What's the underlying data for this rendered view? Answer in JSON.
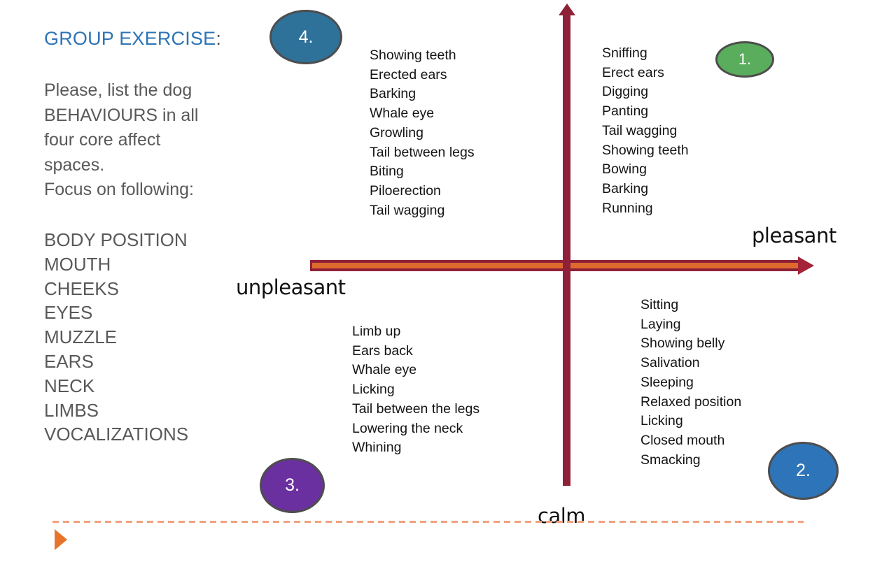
{
  "left_panel": {
    "title": "GROUP EXERCISE",
    "title_colon": ":",
    "title_color": "#2E74B5",
    "body_text_color": "#595959",
    "instructions": [
      "Please, list the dog",
      "BEHAVIOURS in all",
      "four core affect",
      "spaces.",
      "Focus on following:"
    ],
    "focus_list": [
      "BODY POSITION",
      "MOUTH",
      "CHEEKS",
      "EYES",
      "MUZZLE",
      "EARS",
      "NECK",
      "LIMBS",
      "VOCALIZATIONS"
    ]
  },
  "diagram": {
    "axes": {
      "x_positive_label": "pleasant",
      "x_negative_label": "unpleasant",
      "y_negative_label": "calm",
      "axis_color": "#8E2138",
      "x_axis_core_color": "#DE6B2E",
      "arrowhead_color": "#A32338"
    },
    "quadrants": {
      "q1": {
        "badge": "1.",
        "badge_color": "#5AAD5C",
        "items": [
          "Sniffing",
          "Erect ears",
          "Digging",
          "Panting",
          "Tail wagging",
          "Showing teeth",
          "Bowing",
          "Barking",
          "Running"
        ]
      },
      "q2": {
        "badge": "2.",
        "badge_color": "#2E74B8",
        "items": [
          "Sitting",
          "Laying",
          "Showing belly",
          "Salivation",
          "Sleeping",
          "Relaxed position",
          "Licking",
          "Closed mouth",
          "Smacking"
        ]
      },
      "q3": {
        "badge": "3.",
        "badge_color": "#6B309F",
        "items": [
          "Limb up",
          "Ears back",
          "Whale eye",
          "Licking",
          "Tail between the legs",
          "Lowering the neck",
          "Whining"
        ]
      },
      "q4": {
        "badge": "4.",
        "badge_color": "#2E7199",
        "items": [
          "Showing teeth",
          "Erected ears",
          "Barking",
          "Whale eye",
          "Growling",
          "Tail between legs",
          "Biting",
          "Piloerection",
          "Tail wagging"
        ]
      }
    }
  },
  "footer": {
    "divider_color": "#F1A17C",
    "play_icon_color": "#E8742C"
  }
}
